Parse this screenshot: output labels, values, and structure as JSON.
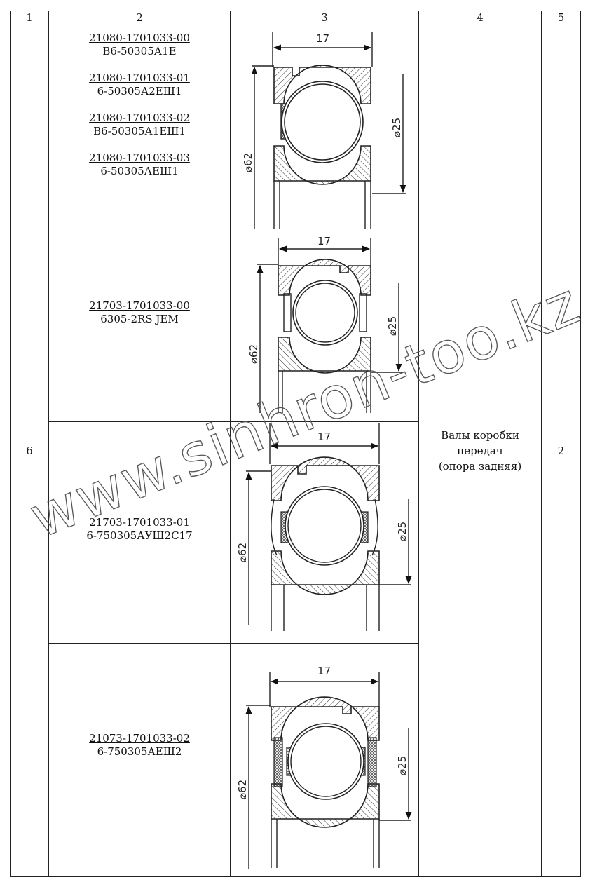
{
  "header": [
    "1",
    "2",
    "3",
    "4",
    "5"
  ],
  "group_number": "6",
  "application": [
    "Валы коробки",
    "передач",
    "(опора задняя)"
  ],
  "quantity": "2",
  "rows": [
    {
      "parts": [
        {
          "code": "21080-1701033-00",
          "name": "В6-50305А1Е"
        },
        {
          "code": "21080-1701033-01",
          "name": "6-50305А2ЕШ1"
        },
        {
          "code": "21080-1701033-02",
          "name": "В6-50305А1ЕШ1"
        },
        {
          "code": "21080-1701033-03",
          "name": "6-50305АЕШ1"
        }
      ],
      "drawing": {
        "width": "17",
        "outer_d": "⌀62",
        "inner_d": "⌀25"
      }
    },
    {
      "parts": [
        {
          "code": "21703-1701033-00",
          "name": "6305-2RS JEM"
        }
      ],
      "drawing": {
        "width": "17",
        "outer_d": "⌀62",
        "inner_d": "⌀25"
      }
    },
    {
      "parts": [
        {
          "code": "21703-1701033-01",
          "name": "6-750305АУШ2С17"
        }
      ],
      "drawing": {
        "width": "17",
        "outer_d": "⌀62",
        "inner_d": "⌀25"
      }
    },
    {
      "parts": [
        {
          "code": "21073-1701033-02",
          "name": "6-750305АЕШ2"
        }
      ],
      "drawing": {
        "width": "17",
        "outer_d": "⌀62",
        "inner_d": "⌀25"
      }
    }
  ],
  "watermark": "www.sinhron-too.kz"
}
